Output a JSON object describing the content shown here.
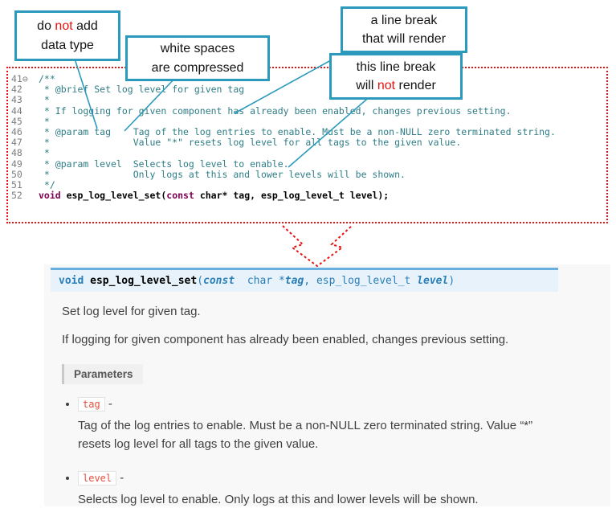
{
  "colors": {
    "callout_border": "#2b9abd",
    "annotation_red": "#e81111",
    "code_comment": "#2e7d86",
    "code_keyword": "#7f0055",
    "sig_background": "#e7f2fa",
    "sig_top_border": "#6ab0de",
    "param_chip_text": "#e74c3c"
  },
  "callouts": {
    "c1": {
      "pre": "do ",
      "neg": "not",
      "post": " add",
      "line2": "data type"
    },
    "c2": {
      "line1": "white spaces",
      "line2": "are compressed"
    },
    "c3": {
      "line1": "a line break",
      "line2": "that will render"
    },
    "c4": {
      "line1": "this line break",
      "pre": "will ",
      "neg": "not",
      "post": " render"
    }
  },
  "code": {
    "lines": [
      {
        "num": "41⊖",
        "text": "/**"
      },
      {
        "num": "42",
        "text": " * @brief Set log level for given tag"
      },
      {
        "num": "43",
        "text": " *"
      },
      {
        "num": "44",
        "text": " * If logging for given component has already been enabled, changes previous setting."
      },
      {
        "num": "45",
        "text": " *"
      },
      {
        "num": "46",
        "text": " * @param tag    Tag of the log entries to enable. Must be a non-NULL zero terminated string."
      },
      {
        "num": "47",
        "text": " *               Value \"*\" resets log level for all tags to the given value."
      },
      {
        "num": "48",
        "text": " *"
      },
      {
        "num": "49",
        "text": " * @param level  Selects log level to enable."
      },
      {
        "num": "50",
        "text": " *               Only logs at this and lower levels will be shown."
      },
      {
        "num": "51",
        "text": " */"
      }
    ],
    "sig": {
      "num": "52",
      "kw1": "void",
      "mid": " esp_log_level_set(",
      "kw2": "const",
      "tail": " char* tag, esp_log_level_t level);"
    }
  },
  "doc": {
    "signature": {
      "ret": "void",
      "sp": " ",
      "name": "esp_log_level_set",
      "open": "(",
      "const_kw": "const",
      "type1": "  char *",
      "arg1": "tag",
      "sep": ", ",
      "type2": "esp_log_level_t ",
      "arg2": "level",
      "close": ")"
    },
    "p1": "Set log level for given tag.",
    "p2": "If logging for given component has already been enabled, changes previous setting.",
    "params_label": "Parameters",
    "items": [
      {
        "name": "tag",
        "dash": " -",
        "desc": "Tag of the log entries to enable. Must be a non-NULL zero terminated string. Value “*” resets log level for all tags to the given value."
      },
      {
        "name": "level",
        "dash": " -",
        "desc": "Selects log level to enable. Only logs at this and lower levels will be shown."
      }
    ]
  }
}
